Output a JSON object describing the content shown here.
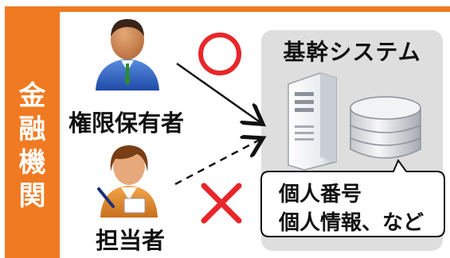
{
  "side_label": {
    "chars": [
      "金",
      "融",
      "機",
      "関"
    ]
  },
  "system": {
    "title": "基幹システム",
    "info_lines": [
      "個人番号",
      "個人情報、など"
    ]
  },
  "actors": {
    "owner_label": "権限保有者",
    "staff_label": "担当者"
  },
  "colors": {
    "accent": "#f07a22",
    "allowed_mark": "#e8262a",
    "denied_mark": "#e8262a",
    "system_bg": "#dedede"
  },
  "marks": {
    "allowed": "circle",
    "denied": "cross"
  }
}
